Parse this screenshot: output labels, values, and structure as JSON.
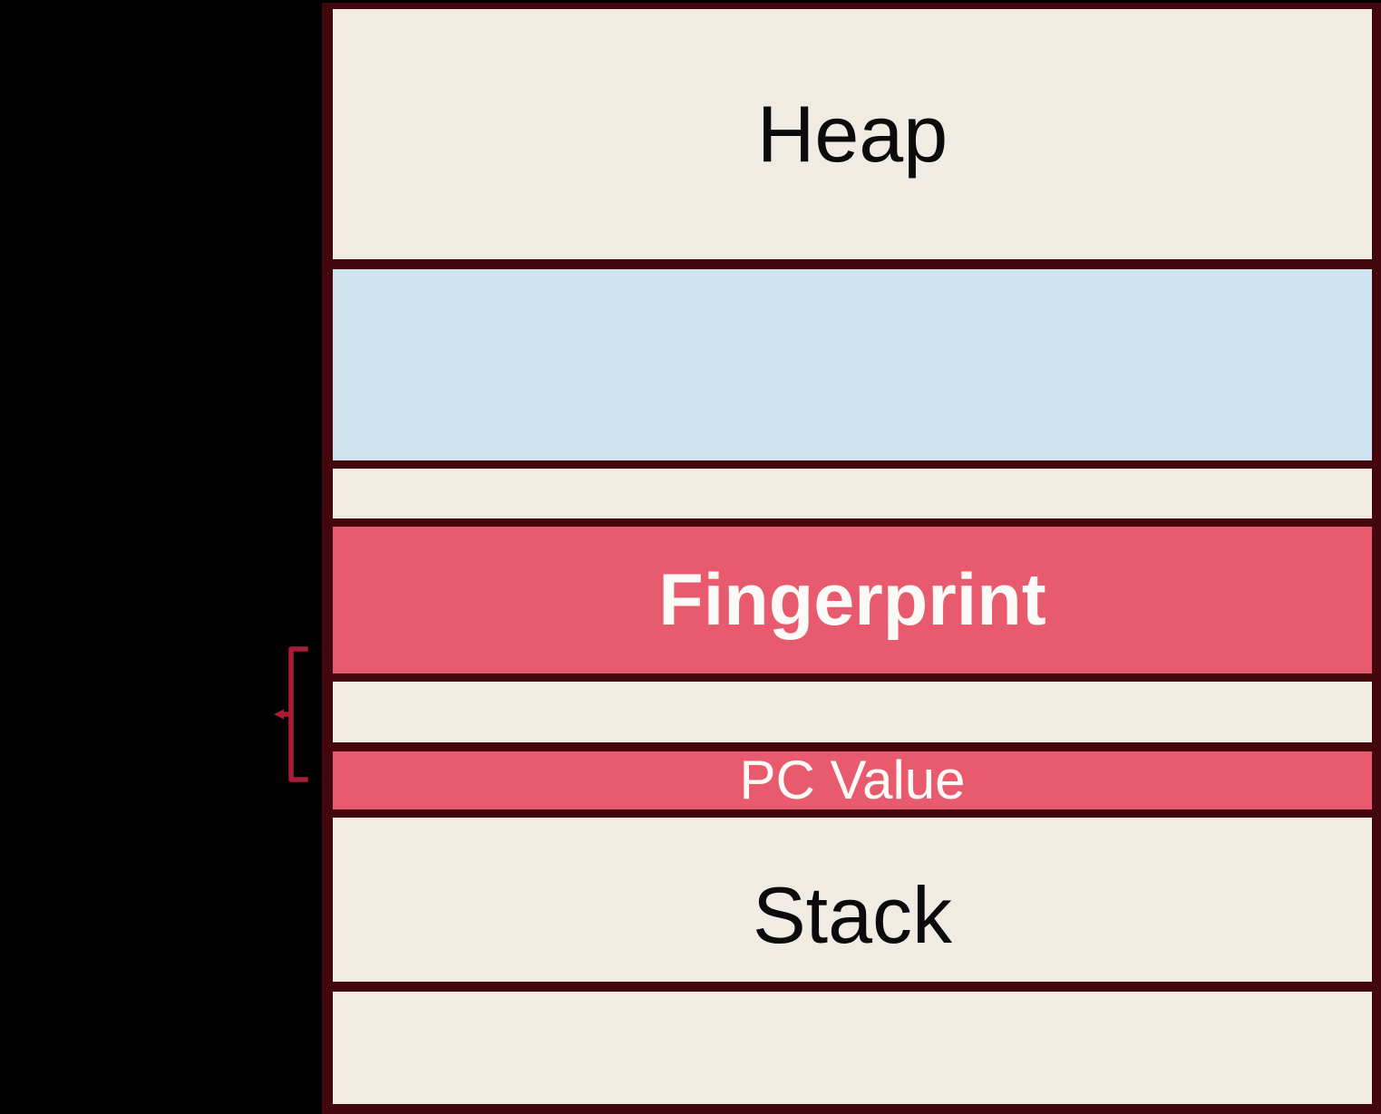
{
  "colors": {
    "background": "#000000",
    "box_border": "#44060d",
    "cream": "#f0ece4",
    "blue": "#cde3ef",
    "red": "#e85a6e",
    "label_dark": "#0b0b0b",
    "label_light": "#fdfbf8",
    "brace": "#a81d35"
  },
  "diagram": {
    "rows": [
      {
        "label": "Heap",
        "fill": "cream"
      },
      {
        "label": "",
        "fill": "blue"
      },
      {
        "label": "",
        "fill": "cream"
      },
      {
        "label": "Fingerprint",
        "fill": "red"
      },
      {
        "label": "",
        "fill": "cream"
      },
      {
        "label": "PC Value",
        "fill": "red"
      },
      {
        "label": "Stack",
        "fill": "cream"
      },
      {
        "label": "",
        "fill": "cream"
      }
    ],
    "annotation": {
      "brace_icon": "left-bracket-brace",
      "brace_spans": "region between Fingerprint and PC Value rows"
    }
  }
}
